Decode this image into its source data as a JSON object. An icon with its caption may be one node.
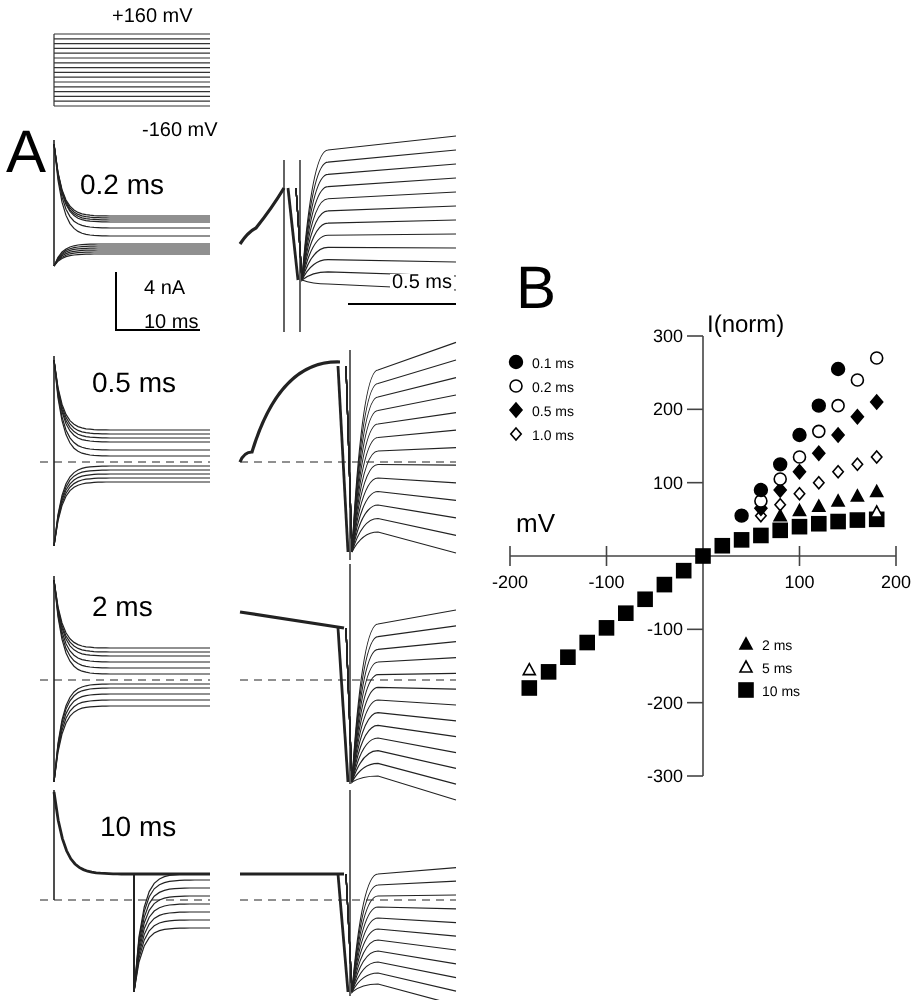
{
  "diagram": {
    "labels": [
      "+160 mV",
      "-160 mV",
      "A",
      "0.2 ms",
      "4 nA",
      "0.5 ms",
      "10 ms",
      "0.5 ms",
      "2 ms",
      "10 ms",
      "B"
    ],
    "chart_data": {
      "type": "scatter",
      "xlabel": "mV",
      "ylabel": "I(norm)",
      "xlim": [
        -200,
        200
      ],
      "ylim": [
        -300,
        300
      ],
      "xticks": [
        -200,
        -100,
        100,
        200
      ],
      "yticks": [
        -300,
        -200,
        -100,
        100,
        200,
        300
      ],
      "legend": "upper left",
      "x": [
        -180,
        -160,
        -140,
        -120,
        -100,
        -80,
        -60,
        -40,
        -20,
        0,
        20,
        40,
        60,
        80,
        100,
        120,
        140,
        160,
        180
      ],
      "series": [
        {
          "name": "0.1 ms",
          "color": "#000000",
          "values": [
            null,
            null,
            null,
            null,
            null,
            null,
            null,
            null,
            null,
            null,
            null,
            55,
            90,
            125,
            165,
            205,
            255,
            null,
            null
          ]
        },
        {
          "name": "0.2 ms",
          "color": "#000000",
          "values": [
            null,
            null,
            null,
            null,
            null,
            null,
            null,
            null,
            null,
            null,
            null,
            null,
            75,
            105,
            135,
            170,
            205,
            240,
            270
          ]
        },
        {
          "name": "0.5 ms",
          "color": "#000000",
          "values": [
            null,
            null,
            null,
            null,
            null,
            null,
            null,
            null,
            null,
            null,
            null,
            null,
            65,
            90,
            115,
            140,
            165,
            190,
            210
          ]
        },
        {
          "name": "1.0 ms",
          "color": "#000000",
          "values": [
            null,
            null,
            null,
            null,
            null,
            null,
            null,
            null,
            null,
            null,
            null,
            null,
            55,
            70,
            85,
            100,
            115,
            125,
            135
          ]
        },
        {
          "name": "2 ms",
          "color": "#000000",
          "values": [
            null,
            null,
            null,
            null,
            null,
            null,
            null,
            null,
            null,
            null,
            null,
            null,
            null,
            55,
            62,
            68,
            75,
            82,
            88
          ]
        },
        {
          "name": "5 ms",
          "color": "#000000",
          "values": [
            -155,
            null,
            null,
            null,
            null,
            null,
            null,
            null,
            null,
            null,
            null,
            null,
            null,
            null,
            null,
            null,
            null,
            null,
            60
          ]
        },
        {
          "name": "10 ms",
          "color": "#000000",
          "values": [
            -180,
            -158,
            -138,
            -118,
            -98,
            -78,
            -59,
            -39,
            -20,
            0,
            14,
            22,
            28,
            35,
            40,
            44,
            47,
            49,
            50
          ]
        }
      ]
    }
  }
}
